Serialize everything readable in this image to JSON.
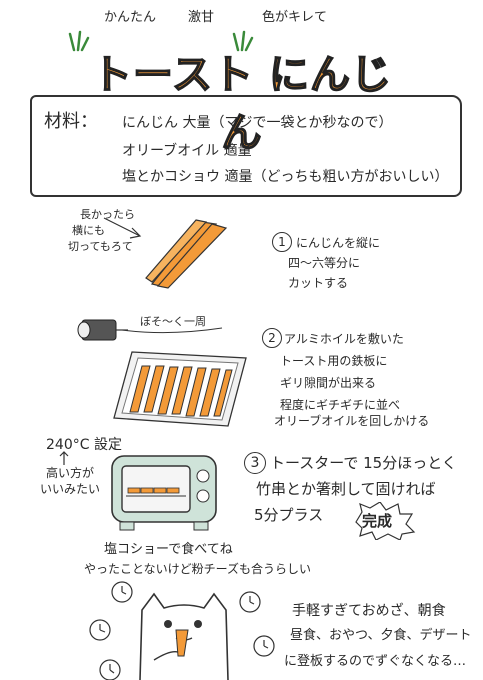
{
  "header": {
    "tags": [
      "かんたん",
      "激甘",
      "色がキレて"
    ],
    "title": "トースト にんじん"
  },
  "ingredients": {
    "label": "材料：",
    "items": [
      "にんじん 大量（マジで一袋とか秒なので）",
      "オリーブオイル 適量",
      "塩とかコショウ 適量（どっちも粗い方がおいしい）"
    ]
  },
  "side_note_1": [
    "長かったら",
    "横にも",
    "切ってもろて"
  ],
  "step1": {
    "number": "1",
    "lines": [
      "にんじんを縦に",
      "四～六等分に",
      "カットする"
    ]
  },
  "foil_note": "ぼそ～く一周",
  "step2": {
    "number": "2",
    "lines": [
      "アルミホイルを敷いた",
      "トースト用の鉄板に",
      "ギリ隙間が出来る",
      "程度にギチギチに並べ",
      "オリーブオイルを回しかける"
    ]
  },
  "temp_note": {
    "temp": "240°C 設定",
    "lines": [
      "高い方が",
      "いいみたい"
    ]
  },
  "step3": {
    "number": "3",
    "lines": [
      "トースターで 15分ほっとく",
      "竹串とか箸刺して固ければ",
      "5分プラス"
    ]
  },
  "done_label": "完成",
  "seasoning_note": [
    "塩コショーで食べてね",
    "やったことないけど粉チーズも合うらしい"
  ],
  "footer_note": [
    "手軽すぎておめざ、朝食",
    "昼食、おやつ、夕食、デザート",
    "に登板するのでずぐなくなる…"
  ],
  "colors": {
    "carrot": "#f39a38",
    "toaster": "#cfe3d9",
    "ink": "#2a2a2a"
  }
}
